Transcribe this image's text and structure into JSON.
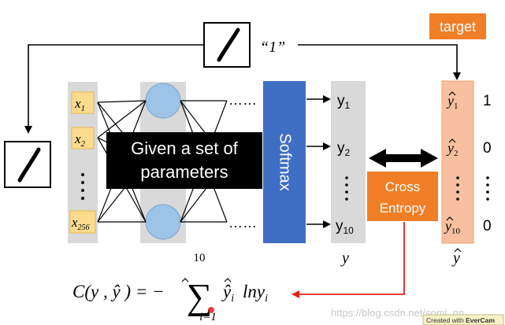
{
  "top": {
    "quote_label": "“1”",
    "target_label": "target"
  },
  "inputs": {
    "x1": "x",
    "x1_sub": "1",
    "x2": "x",
    "x2_sub": "2",
    "x256": "x",
    "x256_sub": "256"
  },
  "overlay": {
    "line1": "Given a set of",
    "line2": "parameters"
  },
  "softmax": {
    "label": "Softmax"
  },
  "dots": {
    "top": "……",
    "bottom": "……"
  },
  "outputs": {
    "y1": "y",
    "y1_sub": "1",
    "y2": "y",
    "y2_sub": "2",
    "y10": "y",
    "y10_sub": "10",
    "vector_label": "y"
  },
  "cross_entropy": {
    "line1": "Cross",
    "line2": "Entropy"
  },
  "targets": {
    "yh1": "y",
    "yh1_sub": "1",
    "yh1_value": "1",
    "yh2": "y",
    "yh2_sub": "2",
    "yh2_value": "0",
    "yh10": "y",
    "yh10_sub": "10",
    "yh10_value": "0",
    "vector_label": "y"
  },
  "formula": {
    "lhs": "C(y , ŷ ) = −",
    "sum_top": "10",
    "sum_bottom": "i=1",
    "term": "ŷ",
    "term_sub": "i",
    "ln": "lny",
    "ln_sub": "i"
  },
  "watermark": {
    "text": "https://blog.csdn.net/soml_qn",
    "badge_prefix": "Created with ",
    "badge_brand": "EverCam"
  },
  "colors": {
    "orange": "#f07e26",
    "orange_light": "#f8c0a0",
    "blue_box": "#3f6fc4",
    "circle": "#9dc3e6",
    "input_box": "#fbdc8e",
    "gray_column": "#d9d9d9",
    "red_arrow": "#e0201a",
    "black_box": "#000000"
  }
}
